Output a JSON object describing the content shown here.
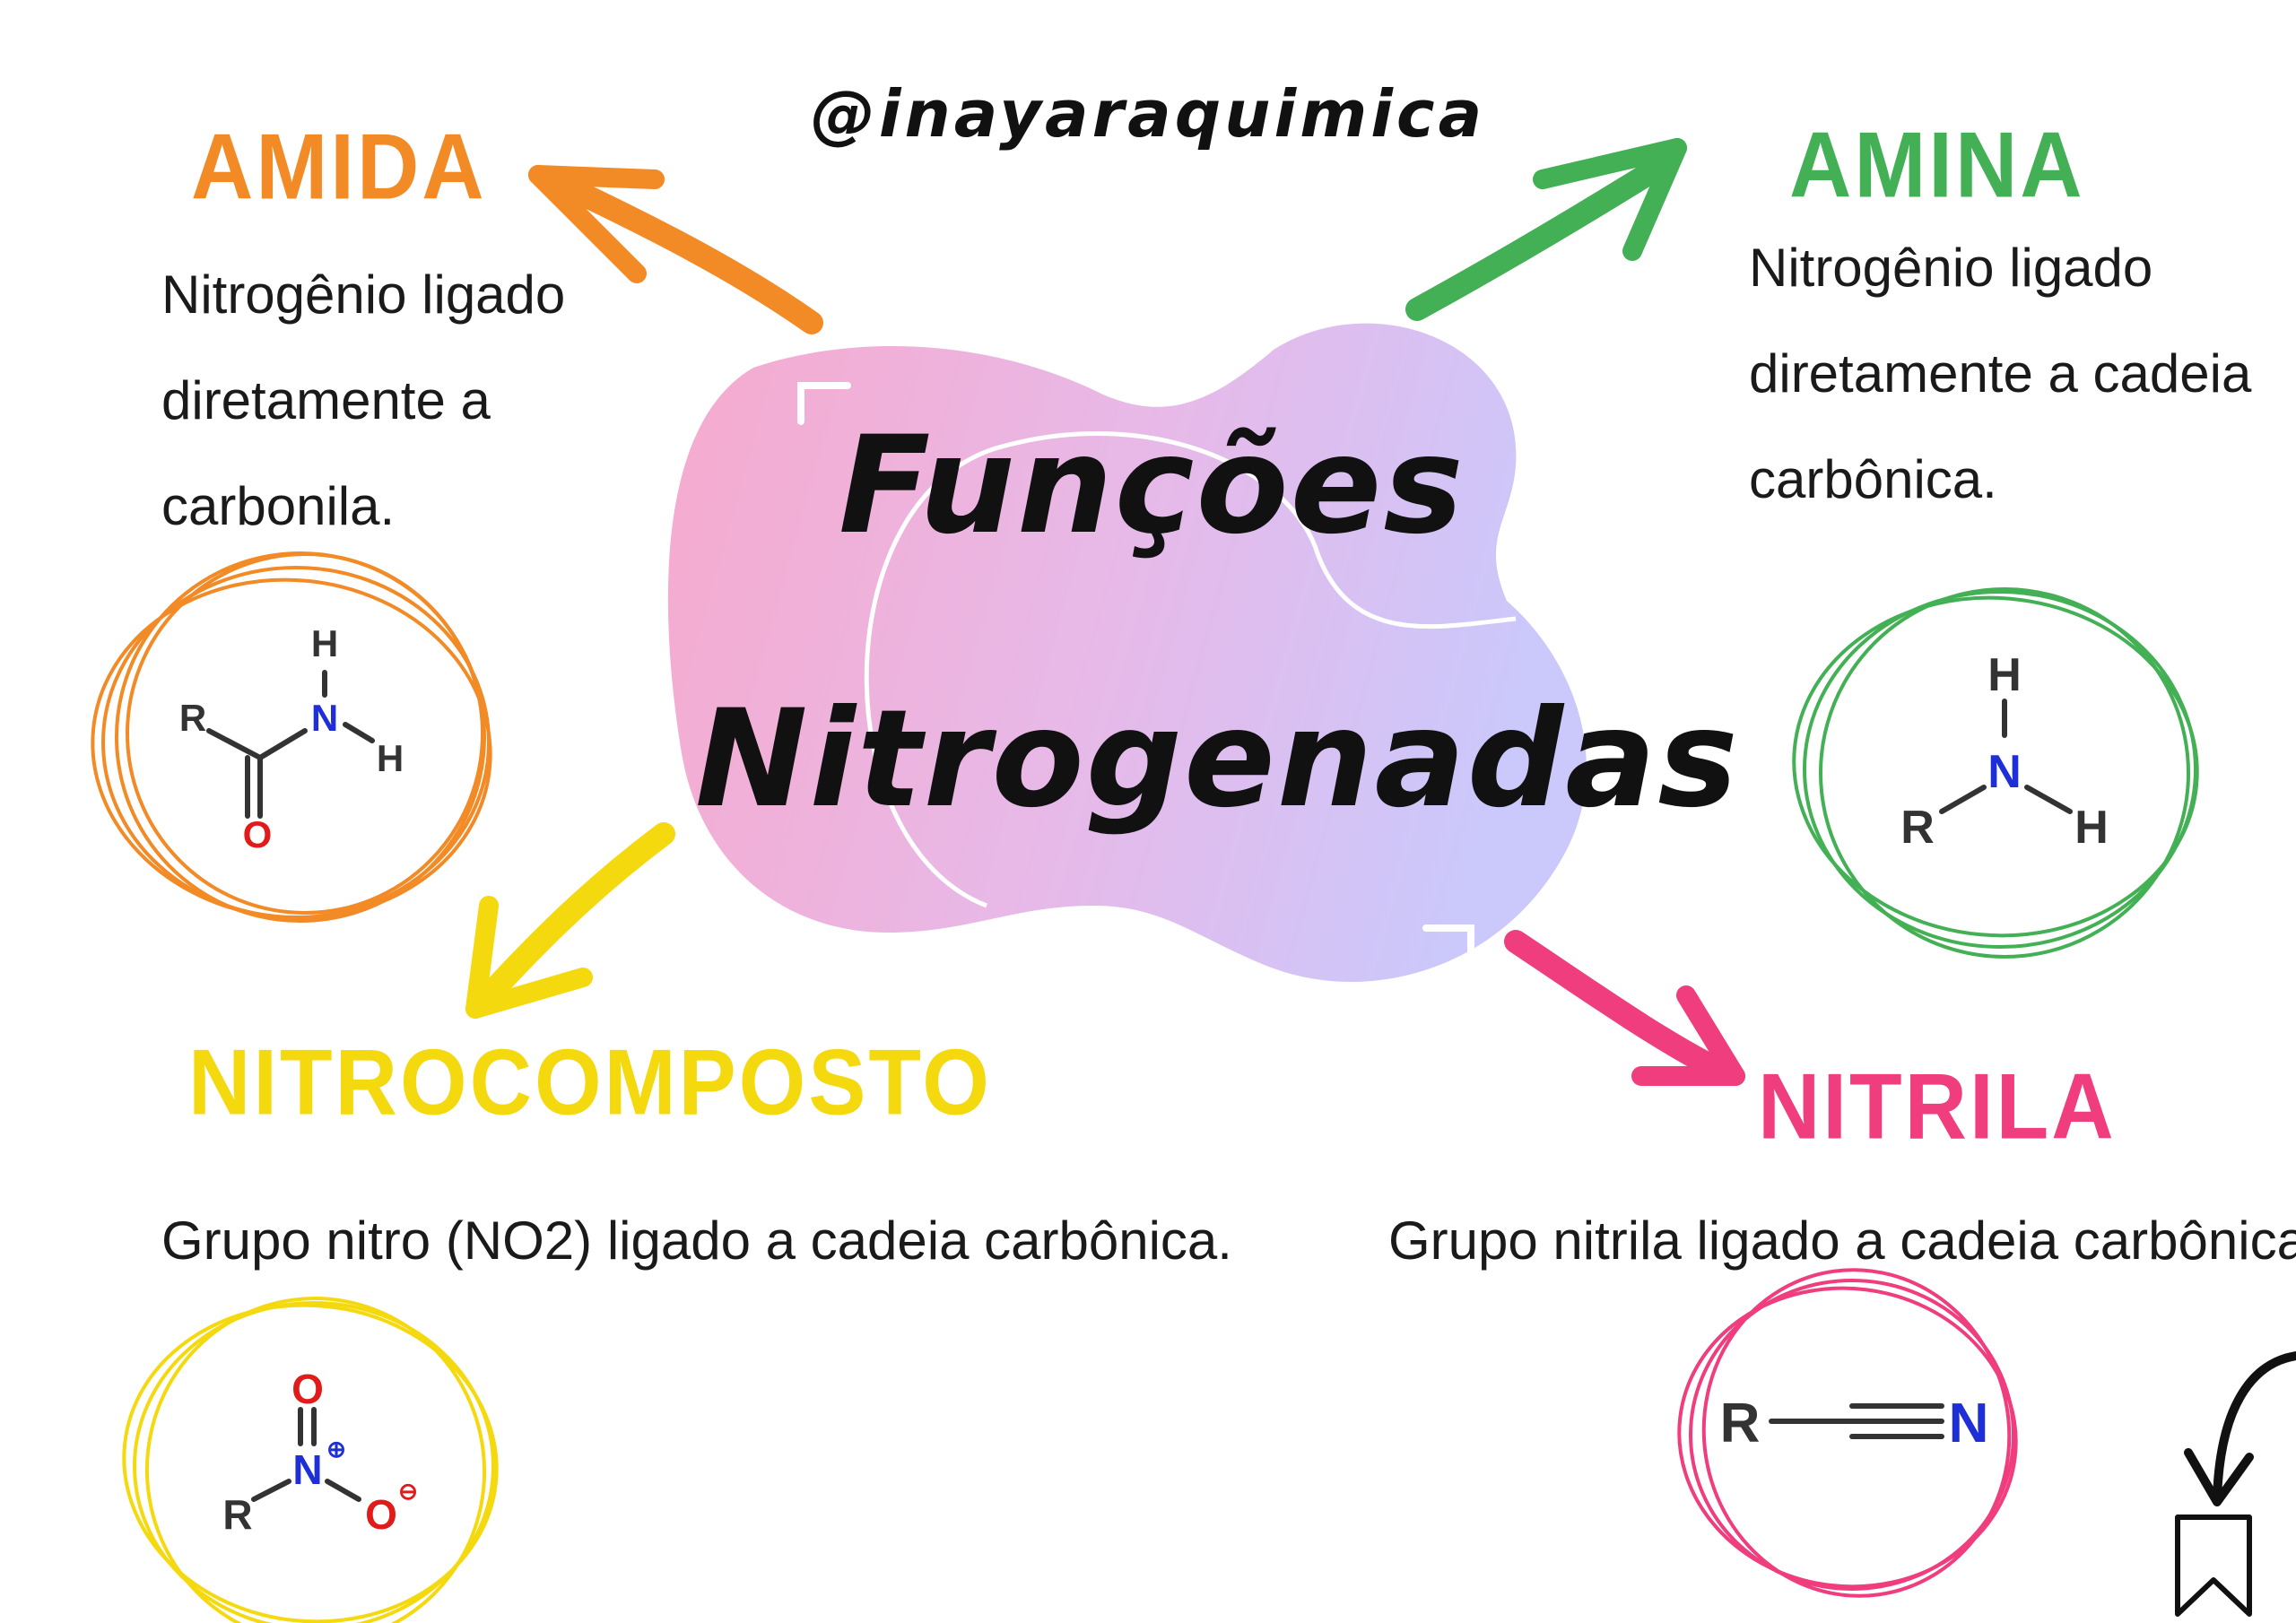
{
  "handle": "@inayaraquimica",
  "title": {
    "line1": "Funções",
    "line2": "Nitrogenadas"
  },
  "colors": {
    "amida": "#f28a26",
    "amina": "#44b055",
    "nitrocomposto": "#f5d90f",
    "nitrila": "#ef3d7e",
    "blob_left": "#f6aacd",
    "blob_right": "#cfc8f8",
    "nitrogen": "#1f2fd8",
    "oxygen": "#e11a1a",
    "bond": "#333333"
  },
  "amida": {
    "heading": "AMIDA",
    "desc": [
      "Nitrogênio ligado",
      "diretamente a",
      "carbonila."
    ],
    "atoms": {
      "r": "R",
      "n": "N",
      "h_top": "H",
      "h_right": "H",
      "o": "O"
    }
  },
  "amina": {
    "heading": "AMINA",
    "desc": [
      "Nitrogênio ligado",
      "diretamente a cadeia",
      "carbônica."
    ],
    "atoms": {
      "r": "R",
      "n": "N",
      "h_top": "H",
      "h_right": "H"
    }
  },
  "nitrocomposto": {
    "heading": "NITROCOMPOSTO",
    "desc": [
      "Grupo nitro (NO2) ligado a cadeia carbônica."
    ],
    "atoms": {
      "r": "R",
      "n": "N",
      "o_top": "O",
      "o_right": "O",
      "plus": "⊕",
      "minus": "⊖"
    }
  },
  "nitrila": {
    "heading": "NITRILA",
    "desc": [
      "Grupo nitrila ligado a cadeia carbônica."
    ],
    "atoms": {
      "r": "R",
      "n": "N"
    }
  }
}
